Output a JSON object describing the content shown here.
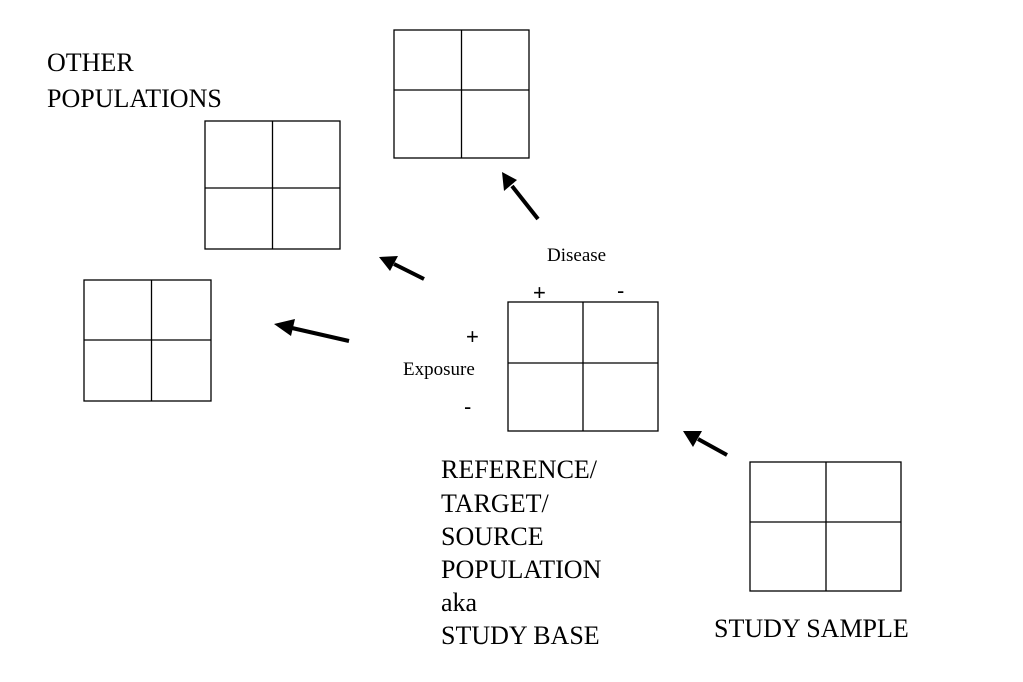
{
  "labels": {
    "other_populations": [
      "OTHER",
      "POPULATIONS"
    ],
    "disease": "Disease",
    "exposure": "Exposure",
    "disease_plus": "+",
    "disease_minus": "-",
    "exposure_plus": "+",
    "exposure_minus": "-",
    "reference_population": [
      "REFERENCE/",
      "TARGET/",
      "SOURCE",
      "POPULATION",
      "aka",
      "STUDY BASE"
    ],
    "study_sample": "STUDY SAMPLE"
  },
  "tables": [
    "other-population-top",
    "other-population-middle",
    "other-population-left",
    "reference-population",
    "study-sample"
  ],
  "arrows": [
    "sample-to-reference",
    "reference-to-other-top",
    "reference-to-other-middle",
    "reference-to-other-left"
  ]
}
